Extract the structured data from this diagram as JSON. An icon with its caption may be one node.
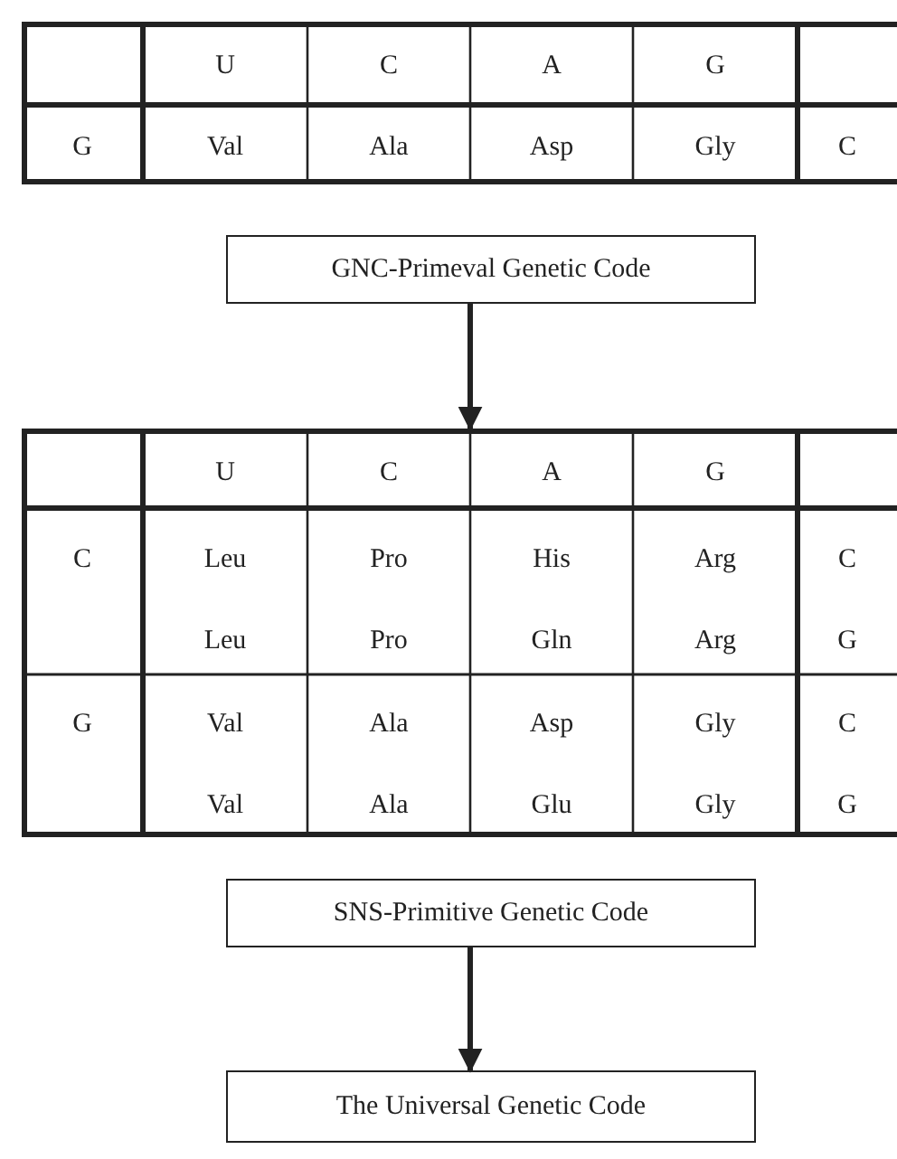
{
  "diagram": {
    "nodes": [
      {
        "text": [],
        "shape": "table"
      },
      {
        "text": [
          "GNC-Primeval Genetic Code"
        ]
      },
      {
        "text": [],
        "shape": "table"
      },
      {
        "text": [
          "SNS-Primitive Genetic Code"
        ]
      },
      {
        "text": [
          "The Universal Genetic Code"
        ]
      }
    ],
    "edges": [
      {
        "from": 1,
        "to": 2,
        "arrow": "to"
      },
      {
        "from": 3,
        "to": 4,
        "arrow": "to"
      }
    ],
    "labels": [
      "U",
      "C",
      "A",
      "G",
      "G",
      "Val",
      "Ala",
      "Asp",
      "Gly",
      "C",
      "U",
      "C",
      "A",
      "G",
      "C",
      "Leu",
      "Pro",
      "His",
      "Arg",
      "C",
      "Leu",
      "Pro",
      "Gln",
      "Arg",
      "G",
      "G",
      "Val",
      "Ala",
      "Asp",
      "Gly",
      "C",
      "Val",
      "Ala",
      "Glu",
      "Gly",
      "G"
    ]
  }
}
